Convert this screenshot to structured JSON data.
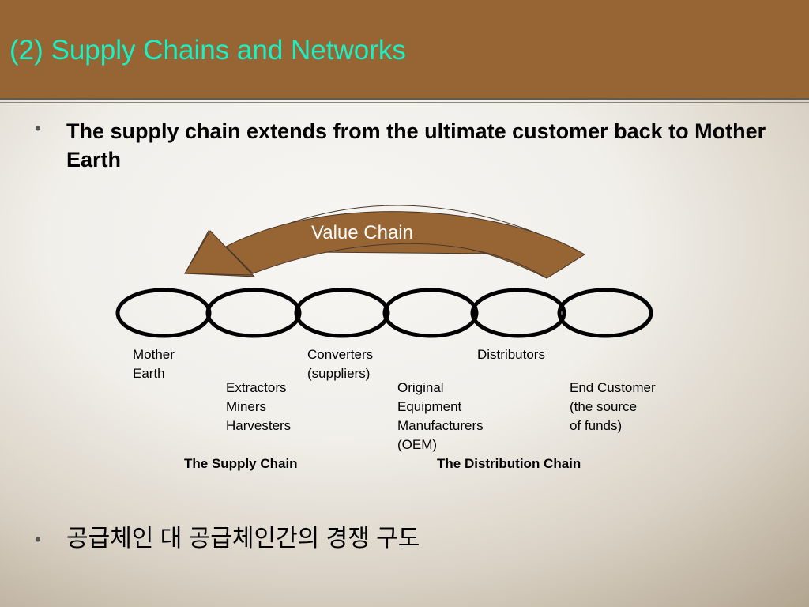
{
  "slide": {
    "title": "(2) Supply Chains and Networks",
    "bullets": [
      "The supply chain extends from the ultimate customer back to Mother Earth",
      "공급체인 대 공급체인간의 경쟁 구도"
    ],
    "bullet_glyph": "•"
  },
  "diagram": {
    "value_chain_label": "Value Chain",
    "arrow_color": "#976434",
    "labels": {
      "mother_earth": "Mother\nEarth",
      "converters": "Converters\n(suppliers)",
      "distributors": "Distributors",
      "extractors": "Extractors\nMiners\nHarvesters",
      "oem": "Original\nEquipment\nManufacturers\n(OEM)",
      "end_customer": "End Customer\n(the source\nof funds)"
    },
    "supply_chain_title": "The Supply Chain",
    "distribution_chain_title": "The Distribution Chain",
    "link_count": 6
  }
}
